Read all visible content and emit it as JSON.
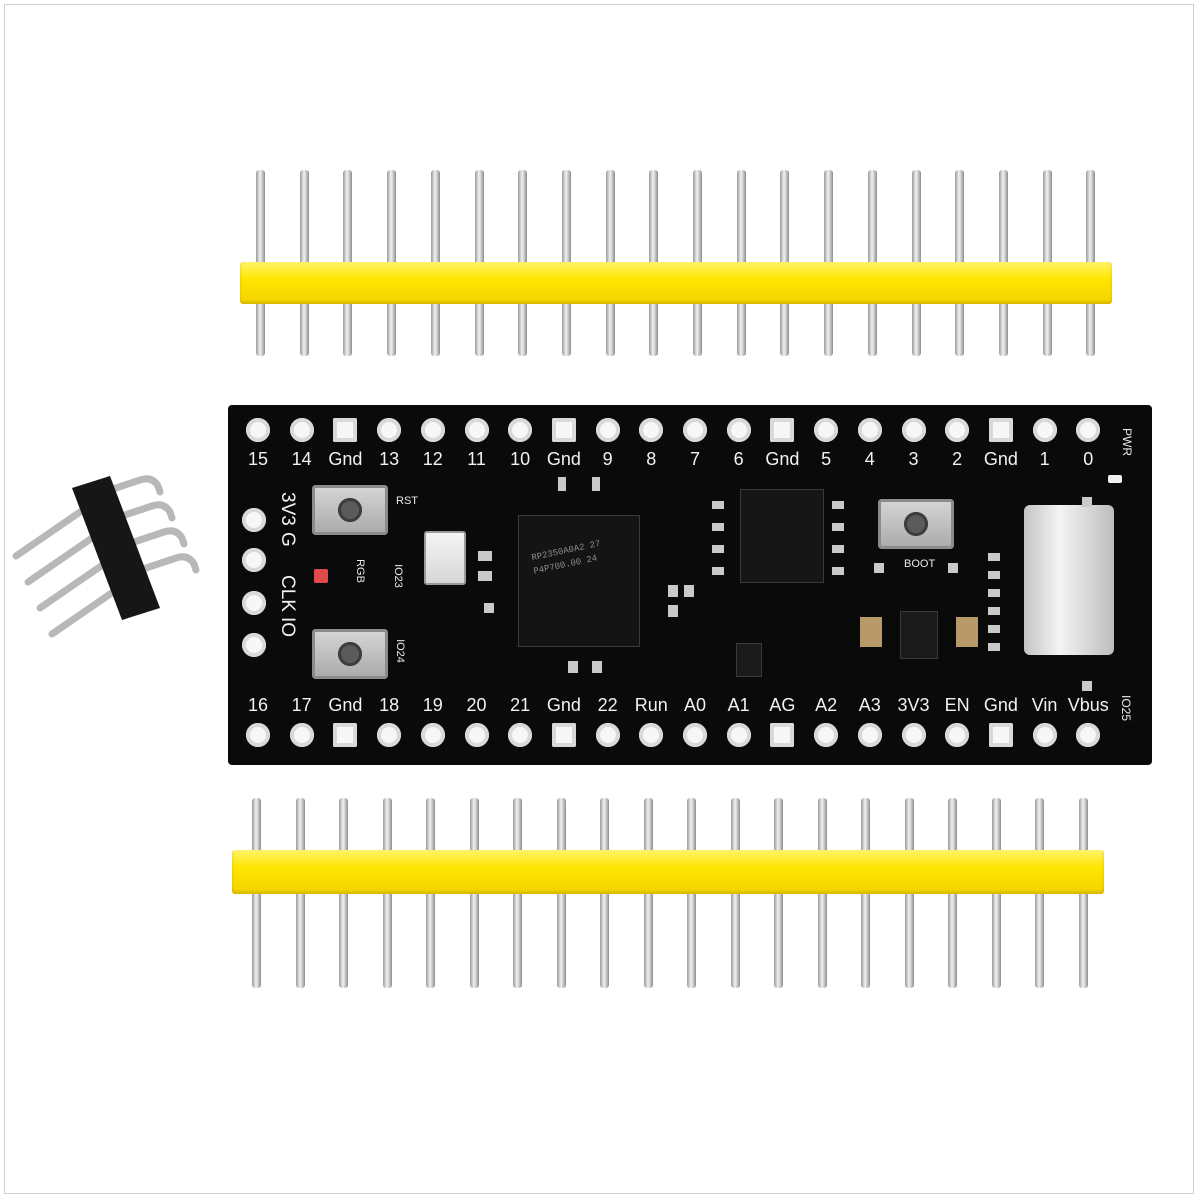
{
  "top_labels": [
    "15",
    "14",
    "Gnd",
    "13",
    "12",
    "11",
    "10",
    "Gnd",
    "9",
    "8",
    "7",
    "6",
    "Gnd",
    "5",
    "4",
    "3",
    "2",
    "Gnd",
    "1",
    "0"
  ],
  "bottom_labels": [
    "16",
    "17",
    "Gnd",
    "18",
    "19",
    "20",
    "21",
    "Gnd",
    "22",
    "Run",
    "A0",
    "A1",
    "AG",
    "A2",
    "A3",
    "3V3",
    "EN",
    "Gnd",
    "Vin",
    "Vbus"
  ],
  "side_labels": [
    "3V3",
    "G",
    "CLK",
    "IO"
  ],
  "silkscreen": {
    "rst": "RST",
    "rgb": "RGB",
    "io23": "IO23",
    "io24": "IO24",
    "boot": "BOOT",
    "pwr": "PWR",
    "io25": "IO25"
  },
  "chip_marking": {
    "line1": "RP2350A0A2 27",
    "line2": "P4P700.00 24"
  },
  "colors": {
    "header_plastic": "#ffe600",
    "board": "#0a0a0a",
    "silkscreen": "#f2f2f2"
  }
}
